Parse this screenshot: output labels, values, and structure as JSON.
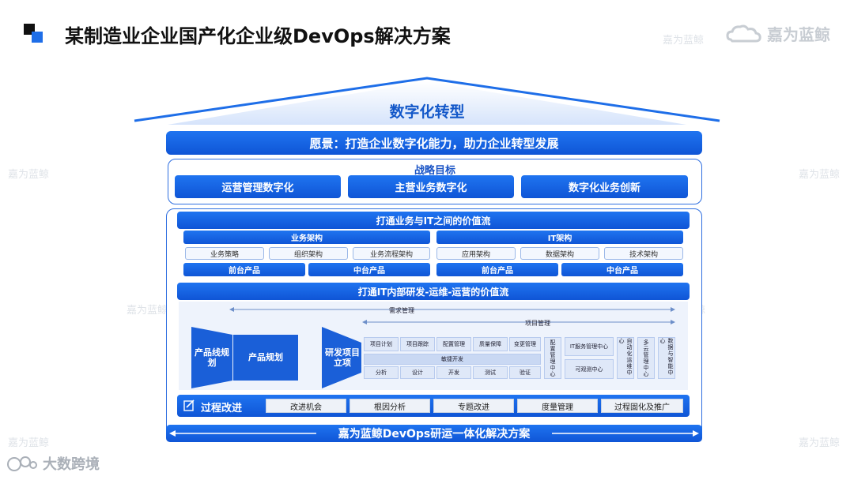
{
  "header": {
    "title": "某制造业企业国产化企业级DevOps解决方案",
    "logo_text": "嘉为蓝鲸"
  },
  "watermark": "嘉为蓝鲸",
  "roof": "数字化转型",
  "vision": "愿景：打造企业数字化能力，助力企业转型发展",
  "strategy": {
    "title": "战略目标",
    "items": [
      "运营管理数字化",
      "主营业务数字化",
      "数字化业务创新"
    ]
  },
  "value_stream": {
    "title": "打通业务与IT之间的价值流",
    "business": {
      "title": "业务架构",
      "cells": [
        "业务策略",
        "组织架构",
        "业务流程架构"
      ],
      "products": [
        "前台产品",
        "中台产品"
      ]
    },
    "it": {
      "title": "IT架构",
      "cells": [
        "应用架构",
        "数据架构",
        "技术架构"
      ],
      "products": [
        "前台产品",
        "中台产品"
      ]
    }
  },
  "it_stream": {
    "title": "打通IT内部研发-运维-运营的价值流",
    "demand_label": "需求管理",
    "project_label": "项目管理",
    "stages": [
      "产品线规划",
      "产品规划",
      "研发项目立项"
    ],
    "top_cells": [
      "项目计划",
      "项目跟踪",
      "配置管理",
      "质量保障",
      "变更管理"
    ],
    "agile_label": "敏捷开发",
    "bottom_cells": [
      "分析",
      "设计",
      "开发",
      "测试",
      "验证"
    ],
    "config_center": "配置管理中心",
    "it_service_center": "IT服务管理中心",
    "observability_center": "可观测中心",
    "vertical_centers": [
      "自动化运维中心",
      "多云管理中心",
      "数据与智能中心"
    ]
  },
  "process": {
    "title": "过程改进",
    "items": [
      "改进机会",
      "根因分析",
      "专题改进",
      "度量管理",
      "过程固化及推广"
    ]
  },
  "footer_banner": "嘉为蓝鲸DevOps研运一体化解决方案",
  "corner_brand": "大数跨境",
  "colors": {
    "primary": "#1e6ee8",
    "dark_blue": "#0f55d6",
    "frame": "#2f6fe0"
  }
}
